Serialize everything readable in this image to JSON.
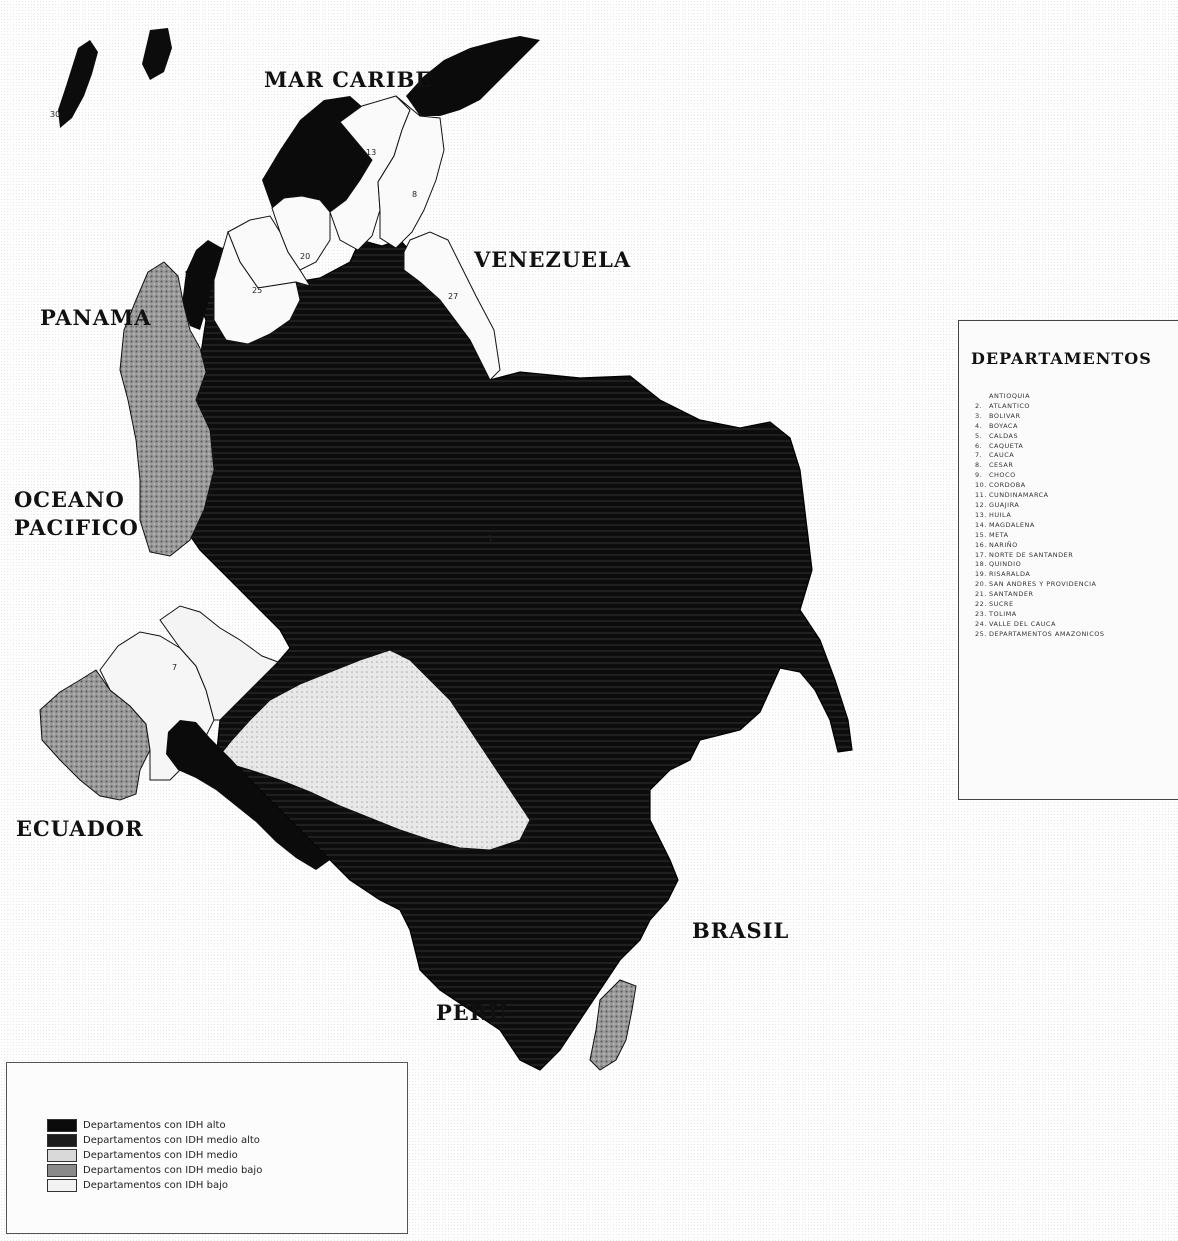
{
  "geo_labels": {
    "caribbean": "MAR CARIBE",
    "venezuela": "VENEZUELA",
    "panama": "PANAMA",
    "pacific_line1": "OCEANO",
    "pacific_line2": "PACIFICO",
    "ecuador": "ECUADOR",
    "brasil": "BRASIL",
    "peru": "PERU"
  },
  "map_numbers": [
    "30",
    "13",
    "8",
    "20",
    "25",
    "27",
    "1",
    "7"
  ],
  "departamentos": {
    "title": "DEPARTAMENTOS",
    "items": [
      {
        "n": "",
        "name": "ANTIOQUIA"
      },
      {
        "n": "2.",
        "name": "ATLANTICO"
      },
      {
        "n": "3.",
        "name": "BOLIVAR"
      },
      {
        "n": "4.",
        "name": "BOYACA"
      },
      {
        "n": "5.",
        "name": "CALDAS"
      },
      {
        "n": "6.",
        "name": "CAQUETA"
      },
      {
        "n": "7.",
        "name": "CAUCA"
      },
      {
        "n": "8.",
        "name": "CESAR"
      },
      {
        "n": "9.",
        "name": "CHOCO"
      },
      {
        "n": "10.",
        "name": "CORDOBA"
      },
      {
        "n": "11.",
        "name": "CUNDINAMARCA"
      },
      {
        "n": "12.",
        "name": "GUAJIRA"
      },
      {
        "n": "13.",
        "name": "HUILA"
      },
      {
        "n": "14.",
        "name": "MAGDALENA"
      },
      {
        "n": "15.",
        "name": "META"
      },
      {
        "n": "16.",
        "name": "NARIÑO"
      },
      {
        "n": "17.",
        "name": "NORTE DE SANTANDER"
      },
      {
        "n": "18.",
        "name": "QUINDIO"
      },
      {
        "n": "19.",
        "name": "RISARALDA"
      },
      {
        "n": "20.",
        "name": "SAN ANDRES Y PROVIDENCIA"
      },
      {
        "n": "21.",
        "name": "SANTANDER"
      },
      {
        "n": "22.",
        "name": "SUCRE"
      },
      {
        "n": "23.",
        "name": "TOLIMA"
      },
      {
        "n": "24.",
        "name": "VALLE DEL CAUCA"
      },
      {
        "n": "25.",
        "name": "DEPARTAMENTOS AMAZONICOS"
      }
    ]
  },
  "legend": [
    {
      "label": "Departamentos con IDH alto",
      "color": "#0b0b0b"
    },
    {
      "label": "Departamentos con IDH medio alto",
      "color": "#1c1c1c"
    },
    {
      "label": "Departamentos con IDH medio",
      "color": "#d9d9d9"
    },
    {
      "label": "Departamentos con IDH medio bajo",
      "color": "#8a8a8a"
    },
    {
      "label": "Departamentos con IDH bajo",
      "color": "#f2f2f2"
    }
  ]
}
